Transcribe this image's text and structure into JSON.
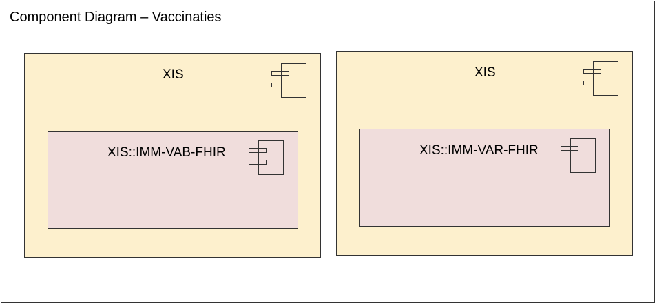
{
  "diagram": {
    "title": "Component Diagram – Vaccinaties",
    "components": [
      {
        "name": "XIS",
        "inner": {
          "name": "XIS::IMM-VAB-FHIR"
        }
      },
      {
        "name": "XIS",
        "inner": {
          "name": "XIS::IMM-VAR-FHIR"
        }
      }
    ],
    "colors": {
      "outer": "#fdf0cd",
      "inner": "#f0dddc",
      "border": "#333333"
    }
  }
}
